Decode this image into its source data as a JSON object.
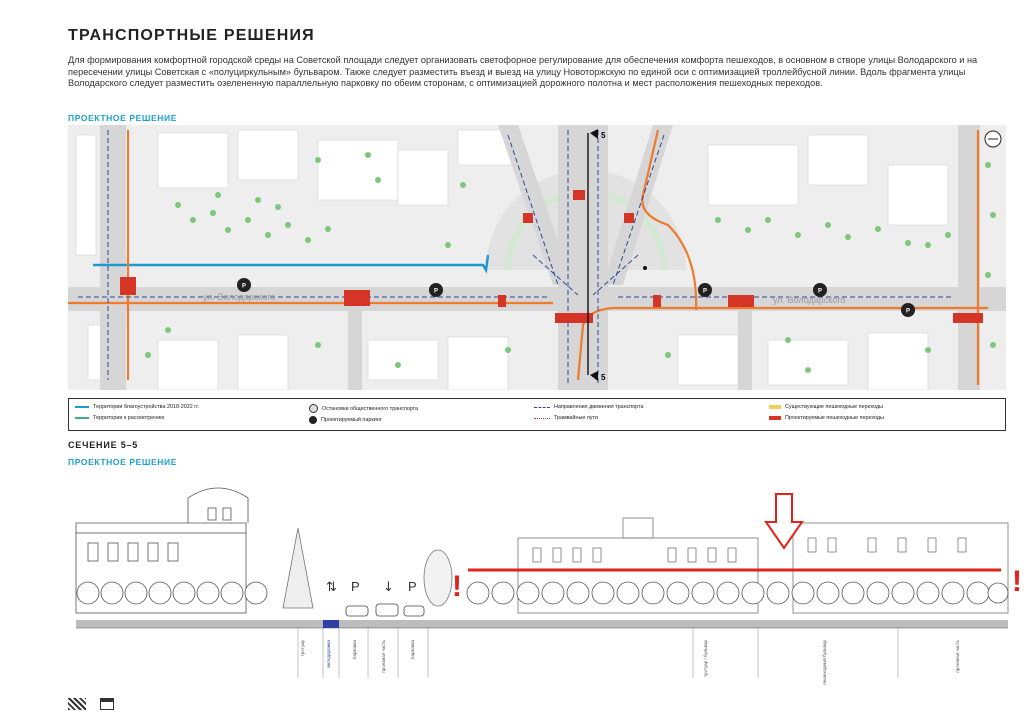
{
  "header": {
    "title": "ТРАНСПОРТНЫЕ РЕШЕНИЯ",
    "intro": "Для формирования комфортной городской среды на Советской площади следует организовать светофорное регулирование для обеспечения комфорта пешеходов, в основном в створе улицы Володарского и на пересечении улицы Советская с «полуциркульным» бульваром. Также следует разместить въезд и выезд на улицу Новоторжскую по единой оси с оптимизацией троллейбусной линии. Вдоль фрагмента улицы Володарского следует разместить озелененную параллельную парковку по обеим сторонам, с оптимизацией дорожного полотна и мест расположения пешеходных переходов."
  },
  "plan": {
    "subtitle": "ПРОЕКТНОЕ РЕШЕНИЕ",
    "street_label_left": "ул. Володарского",
    "street_label_right": "ул. Володарского",
    "parking_marker": "P",
    "section_marker": "5",
    "section_marker_bottom": "5"
  },
  "legend": {
    "items": [
      {
        "label": "Территории благоустройства 2018-2022 гг.",
        "color": "#1f98cf"
      },
      {
        "label": "Территории к рассмотрению",
        "color": "#3fae7f"
      },
      {
        "label": "Остановки общественного транспорта",
        "icon": "bus-stop-icon"
      },
      {
        "label": "Проектируемый паркинг",
        "icon": "parking-icon"
      },
      {
        "label": "Направления движения транспорта",
        "icon": "arrow-dashed-icon"
      },
      {
        "label": "Трамвайные пути",
        "icon": "tram-dots-icon"
      },
      {
        "label": "Существующие пешеходные переходы",
        "color": "#f2cf5b"
      },
      {
        "label": "Проектируемые пешеходные переходы",
        "color": "#d53527"
      }
    ]
  },
  "section": {
    "heading": "СЕЧЕНИЕ 5–5",
    "subtitle": "ПРОЕКТНОЕ РЕШЕНИЕ",
    "traffic_symbols": [
      "⇅",
      "P",
      "↓",
      "P"
    ],
    "column_labels": [
      "тротуар",
      "велодорожка",
      "парковка",
      "проезжая часть",
      "парковка",
      "тротуар / бульвар",
      "пешеходный бульвар",
      "проезжая часть"
    ],
    "annotation_marks": [
      "!",
      "!"
    ]
  },
  "colors": {
    "blue_boundary": "#1f98cf",
    "orange_route": "#ee7a2e",
    "crosswalk": "#d53527",
    "annotation_red": "#e2231a",
    "road": "#d6d6d6",
    "trees": "#7dc67a"
  },
  "footer": {
    "icons": [
      "hatch-pattern-icon",
      "building-icon"
    ]
  }
}
